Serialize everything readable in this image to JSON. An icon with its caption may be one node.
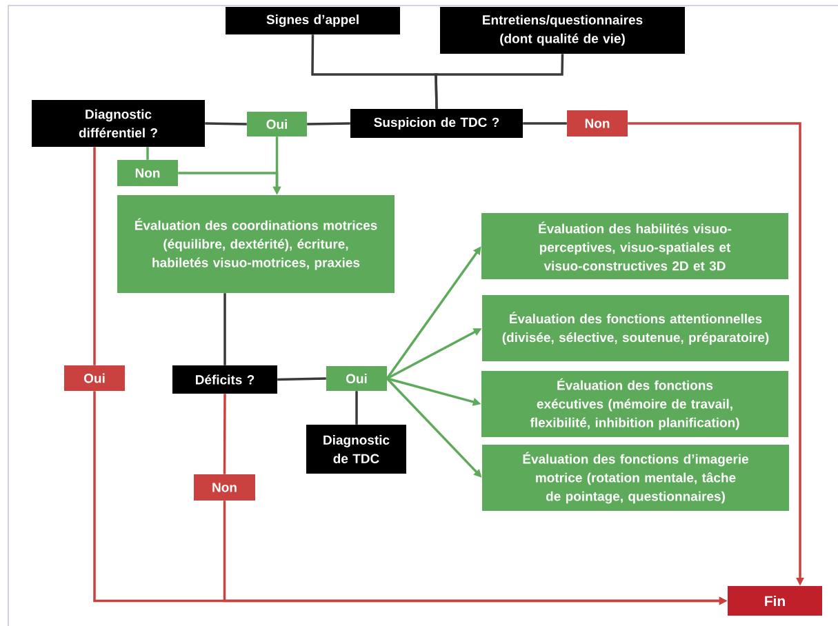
{
  "diagram": {
    "nodes": [
      {
        "text": [
          "Signes d’appel"
        ]
      },
      {
        "text": [
          "Entretiens/questionnaires (dont qualité de vie)"
        ]
      },
      {
        "text": [
          "Diagnostic différentiel ?"
        ]
      },
      {
        "text": [
          "Oui"
        ]
      },
      {
        "text": [
          "Suspicion de TDC ?"
        ]
      },
      {
        "text": [
          "Non"
        ]
      },
      {
        "text": [
          "Non"
        ]
      },
      {
        "text": [
          "Évaluation des coordinations motrices (équilibre, dextérité), écriture, habiletés visuo-motrices, praxies"
        ]
      },
      {
        "text": [
          "Oui"
        ]
      },
      {
        "text": [
          "Déficits ?"
        ]
      },
      {
        "text": [
          "Oui"
        ]
      },
      {
        "text": [
          "Diagnostic de TDC"
        ]
      },
      {
        "text": [
          "Évaluation des habilités visuo-perceptives, visuo-spatiales et visuo-constructives 2D et 3D"
        ]
      },
      {
        "text": [
          "Évaluation des fonctions attentionnelles (divisée, sélective, soutenue, préparatoire)"
        ]
      },
      {
        "text": [
          "Évaluation des fonctions exécutives (mémoire de travail, flexibilité, inhibition planification)"
        ]
      },
      {
        "text": [
          "Évaluation des fonctions d’imagerie motrice (rotation mentale, tâche de pointage, questionnaires)"
        ]
      },
      {
        "text": [
          "Non"
        ]
      },
      {
        "text": [
          "Fin"
        ]
      }
    ],
    "edges": [
      {
        "from": 0,
        "to": 4,
        "arrow": "none"
      },
      {
        "from": 1,
        "to": 4,
        "arrow": "none"
      },
      {
        "from": 4,
        "to": 3,
        "arrow": "none"
      },
      {
        "from": 3,
        "to": 2,
        "arrow": "none"
      },
      {
        "from": 4,
        "to": 5,
        "arrow": "none"
      },
      {
        "from": 5,
        "to": 17,
        "arrow": "to",
        "color": "#c9423f"
      },
      {
        "from": 2,
        "to": 6,
        "arrow": "none",
        "color": "#5dab5a"
      },
      {
        "from": 3,
        "to": 7,
        "arrow": "to",
        "color": "#5dab5a"
      },
      {
        "from": 6,
        "to": 7,
        "arrow": "to",
        "color": "#5dab5a"
      },
      {
        "from": 2,
        "to": 8,
        "arrow": "none",
        "color": "#c9423f"
      },
      {
        "from": 8,
        "to": 17,
        "arrow": "to",
        "color": "#c9423f"
      },
      {
        "from": 7,
        "to": 9,
        "arrow": "none"
      },
      {
        "from": 9,
        "to": 10,
        "arrow": "none"
      },
      {
        "from": 10,
        "to": 11,
        "arrow": "none"
      },
      {
        "from": 10,
        "to": 12,
        "arrow": "to",
        "color": "#5dab5a"
      },
      {
        "from": 10,
        "to": 13,
        "arrow": "to",
        "color": "#5dab5a"
      },
      {
        "from": 10,
        "to": 14,
        "arrow": "to",
        "color": "#5dab5a"
      },
      {
        "from": 10,
        "to": 15,
        "arrow": "to",
        "color": "#5dab5a"
      },
      {
        "from": 9,
        "to": 16,
        "arrow": "none",
        "color": "#c9423f"
      },
      {
        "from": 16,
        "to": 17,
        "arrow": "to",
        "color": "#c9423f"
      }
    ]
  }
}
